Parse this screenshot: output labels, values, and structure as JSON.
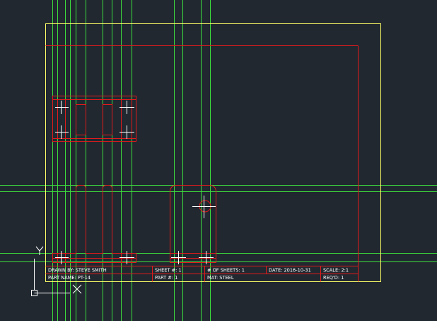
{
  "colors": {
    "background": "#212830",
    "construction_lines": "#3ddc3d",
    "part_geometry": "#e01b1b",
    "sheet_border": "#ffff66",
    "crosshair": "#ffffff",
    "text": "#ffffff"
  },
  "title_block": {
    "drawn_by": "DRAWN BY: STEVE SMITH",
    "part_name": "PART NAME: PT-14",
    "sheet": "SHEET #: 1",
    "part_no": "PART #: 1",
    "num_sheets": "# OF SHEETS: 1",
    "material": "MAT: STEEL",
    "date": "DATE: 2016-10-31",
    "scale": "SCALE: 2:1",
    "reqd": "REQ'D: 1"
  },
  "ucs": {
    "y_axis_label": "Y",
    "icon": "ucs-icon"
  }
}
